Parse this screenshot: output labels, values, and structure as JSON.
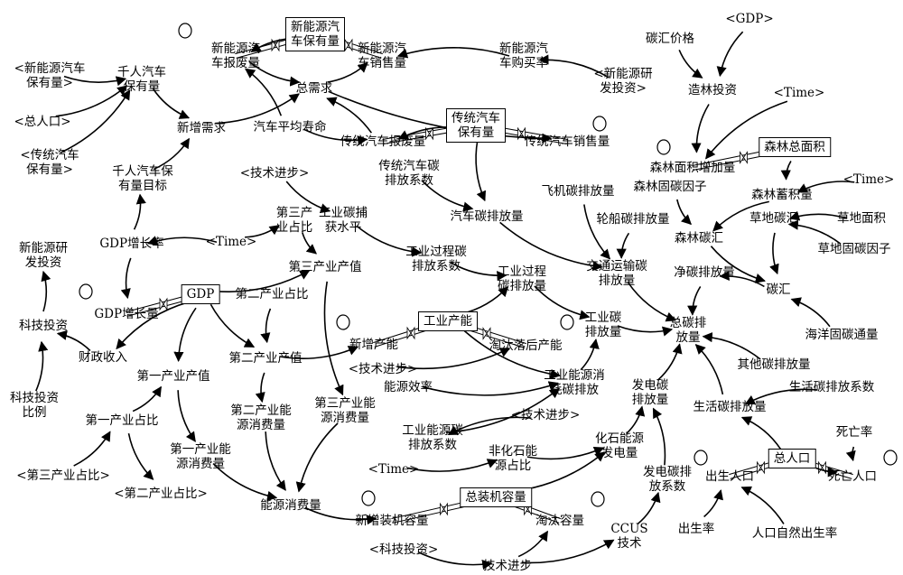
{
  "nodes": [
    {
      "id": "nev_stock",
      "type": "stock",
      "label": "新能源汽\n车保有量"
    },
    {
      "id": "nev_scrap",
      "type": "aux",
      "label": "新能源汽\n车报废量"
    },
    {
      "id": "nev_sales",
      "type": "aux",
      "label": "新能源汽\n车销售量"
    },
    {
      "id": "nev_buy_rate",
      "type": "aux",
      "label": "新能源汽\n车购买率"
    },
    {
      "id": "sh_nev_rd",
      "type": "shadow",
      "label": "<新能源研\n发投资>"
    },
    {
      "id": "sh_nev_stock",
      "type": "shadow",
      "label": "<新能源汽车\n保有量>"
    },
    {
      "id": "sh_pop",
      "type": "shadow",
      "label": "<总人口>"
    },
    {
      "id": "sh_conv_stock",
      "type": "shadow",
      "label": "<传统汽车\n保有量>"
    },
    {
      "id": "per_k_cars",
      "type": "aux",
      "label": "千人汽车\n保有量"
    },
    {
      "id": "total_demand",
      "type": "aux",
      "label": "总需求"
    },
    {
      "id": "new_demand",
      "type": "aux",
      "label": "新增需求"
    },
    {
      "id": "car_life",
      "type": "aux",
      "label": "汽车平均寿命"
    },
    {
      "id": "conv_stock",
      "type": "stock",
      "label": "传统汽车\n保有量"
    },
    {
      "id": "conv_scrap",
      "type": "aux",
      "label": "传统汽车报废量"
    },
    {
      "id": "conv_sales",
      "type": "aux",
      "label": "传统汽车销售量"
    },
    {
      "id": "conv_ef",
      "type": "aux",
      "label": "传统汽车碳\n排放系数"
    },
    {
      "id": "car_emis",
      "type": "aux",
      "label": "汽车碳排放量"
    },
    {
      "id": "per_k_target",
      "type": "aux",
      "label": "千人汽车保\n有量目标"
    },
    {
      "id": "sh_tech",
      "type": "shadow",
      "label": "<技术进步>"
    },
    {
      "id": "ind_capture",
      "type": "aux",
      "label": "工业碳捕\n获水平"
    },
    {
      "id": "tertiary_share",
      "type": "aux",
      "label": "第三产\n业占比"
    },
    {
      "id": "sh_time_1",
      "type": "shadow",
      "label": "<Time>"
    },
    {
      "id": "gdp_growth_rate",
      "type": "aux",
      "label": "GDP增长率"
    },
    {
      "id": "nev_rd",
      "type": "aux",
      "label": "新能源研\n发投资"
    },
    {
      "id": "gdp",
      "type": "stock",
      "label": "GDP"
    },
    {
      "id": "gdp_growth",
      "type": "aux",
      "label": "GDP增长量"
    },
    {
      "id": "tertiary_value",
      "type": "aux",
      "label": "第三产业产值"
    },
    {
      "id": "secondary_share",
      "type": "aux",
      "label": "第二产业占比"
    },
    {
      "id": "ind_proc_ef",
      "type": "aux",
      "label": "工业过程碳\n排放系数"
    },
    {
      "id": "ind_proc_emis",
      "type": "aux",
      "label": "工业过程\n碳排放量"
    },
    {
      "id": "tech_invest",
      "type": "aux",
      "label": "科技投资"
    },
    {
      "id": "fiscal",
      "type": "aux",
      "label": "财政收入"
    },
    {
      "id": "secondary_value",
      "type": "aux",
      "label": "第二产业产值"
    },
    {
      "id": "ind_capacity",
      "type": "stock",
      "label": "工业产能"
    },
    {
      "id": "new_capacity",
      "type": "aux",
      "label": "新增产能"
    },
    {
      "id": "elim_capacity",
      "type": "aux",
      "label": "淘汰落后产能"
    },
    {
      "id": "ind_emis",
      "type": "aux",
      "label": "工业碳\n排放量"
    },
    {
      "id": "tech_invest_ratio",
      "type": "aux",
      "label": "科技投资\n比例"
    },
    {
      "id": "primary_value",
      "type": "aux",
      "label": "第一产业产值"
    },
    {
      "id": "sh_tech_2",
      "type": "shadow",
      "label": "<技术进步>"
    },
    {
      "id": "energy_eff",
      "type": "aux",
      "label": "能源效率"
    },
    {
      "id": "ind_energy_emis",
      "type": "aux",
      "label": "工业能源消\n耗碳排放"
    },
    {
      "id": "secondary_energy",
      "type": "aux",
      "label": "第二产业能\n源消费量"
    },
    {
      "id": "tertiary_energy",
      "type": "aux",
      "label": "第三产业能\n源消费量"
    },
    {
      "id": "primary_share",
      "type": "aux",
      "label": "第一产业占比"
    },
    {
      "id": "primary_energy",
      "type": "aux",
      "label": "第一产业能\n源消费量"
    },
    {
      "id": "ind_energy_ef",
      "type": "aux",
      "label": "工业能源碳\n排放系数"
    },
    {
      "id": "sh_tech_3",
      "type": "shadow",
      "label": "<技术进步>"
    },
    {
      "id": "non_fossil_share",
      "type": "aux",
      "label": "非化石能\n源占比"
    },
    {
      "id": "sh_time_2",
      "type": "shadow",
      "label": "<Time>"
    },
    {
      "id": "fossil_power",
      "type": "aux",
      "label": "化石能源\n发电量"
    },
    {
      "id": "sh_tertiary_share",
      "type": "shadow",
      "label": "<第三产业占比>"
    },
    {
      "id": "sh_secondary_share",
      "type": "shadow",
      "label": "<第二产业占比>"
    },
    {
      "id": "energy_consumption",
      "type": "aux",
      "label": "能源消费量"
    },
    {
      "id": "total_capacity",
      "type": "stock",
      "label": "总装机容量"
    },
    {
      "id": "new_installed",
      "type": "aux",
      "label": "新增装机容量"
    },
    {
      "id": "elim_installed",
      "type": "aux",
      "label": "淘汰容量"
    },
    {
      "id": "power_ef",
      "type": "aux",
      "label": "发电碳排\n放系数"
    },
    {
      "id": "ccus",
      "type": "aux",
      "label": "CCUS\n技术"
    },
    {
      "id": "sh_tech_invest",
      "type": "shadow",
      "label": "<科技投资>"
    },
    {
      "id": "tech_progress",
      "type": "aux",
      "label": "技术进步"
    },
    {
      "id": "power_emis",
      "type": "aux",
      "label": "发电碳\n排放量"
    },
    {
      "id": "total_emis",
      "type": "aux",
      "label": "总碳排\n放量"
    },
    {
      "id": "transport_emis",
      "type": "aux",
      "label": "交通运输碳\n排放量"
    },
    {
      "id": "plane_emis",
      "type": "aux",
      "label": "飞机碳排放量"
    },
    {
      "id": "ship_emis",
      "type": "aux",
      "label": "轮船碳排放量"
    },
    {
      "id": "net_emis",
      "type": "aux",
      "label": "净碳排放量"
    },
    {
      "id": "carbon_sink",
      "type": "aux",
      "label": "碳汇"
    },
    {
      "id": "ocean_sink",
      "type": "aux",
      "label": "海洋固碳通量"
    },
    {
      "id": "other_emis",
      "type": "aux",
      "label": "其他碳排放量"
    },
    {
      "id": "living_emis",
      "type": "aux",
      "label": "生活碳排放量"
    },
    {
      "id": "living_ef",
      "type": "aux",
      "label": "生活碳排放系数"
    },
    {
      "id": "total_pop",
      "type": "stock",
      "label": "总人口"
    },
    {
      "id": "births",
      "type": "aux",
      "label": "出生人口"
    },
    {
      "id": "deaths",
      "type": "aux",
      "label": "死亡人口"
    },
    {
      "id": "death_rate",
      "type": "aux",
      "label": "死亡率"
    },
    {
      "id": "birth_rate",
      "type": "aux",
      "label": "出生率"
    },
    {
      "id": "natural_birth_rate",
      "type": "aux",
      "label": "人口自然出生率"
    },
    {
      "id": "sink_price",
      "type": "aux",
      "label": "碳汇价格"
    },
    {
      "id": "sh_gdp",
      "type": "shadow",
      "label": "<GDP>"
    },
    {
      "id": "afforest",
      "type": "aux",
      "label": "造林投资"
    },
    {
      "id": "sh_time_3",
      "type": "shadow",
      "label": "<Time>"
    },
    {
      "id": "forest_area",
      "type": "stock",
      "label": "森林总面积"
    },
    {
      "id": "forest_increase",
      "type": "aux",
      "label": "森林面积增加量"
    },
    {
      "id": "forest_cf",
      "type": "aux",
      "label": "森林固碳因子"
    },
    {
      "id": "forest_stock",
      "type": "aux",
      "label": "森林蓄积量"
    },
    {
      "id": "sh_time_4",
      "type": "shadow",
      "label": "<Time>"
    },
    {
      "id": "grass_sink",
      "type": "aux",
      "label": "草地碳汇"
    },
    {
      "id": "grass_area",
      "type": "aux",
      "label": "草地面积"
    },
    {
      "id": "grass_cf",
      "type": "aux",
      "label": "草地固碳因子"
    },
    {
      "id": "forest_sink",
      "type": "aux",
      "label": "森林碳汇"
    }
  ],
  "edges": [
    [
      "nev_stock",
      "nev_scrap"
    ],
    [
      "nev_buy_rate",
      "nev_sales"
    ],
    [
      "sh_nev_rd",
      "nev_buy_rate"
    ],
    [
      "total_demand",
      "nev_sales"
    ],
    [
      "nev_scrap",
      "total_demand"
    ],
    [
      "car_life",
      "nev_scrap"
    ],
    [
      "sh_nev_stock",
      "per_k_cars"
    ],
    [
      "sh_pop",
      "per_k_cars"
    ],
    [
      "sh_conv_stock",
      "per_k_cars"
    ],
    [
      "per_k_cars",
      "new_demand"
    ],
    [
      "new_demand",
      "total_demand"
    ],
    [
      "per_k_target",
      "new_demand"
    ],
    [
      "gdp_growth_rate",
      "per_k_target"
    ],
    [
      "total_demand",
      "conv_sales"
    ],
    [
      "car_life",
      "conv_scrap"
    ],
    [
      "conv_stock",
      "conv_scrap"
    ],
    [
      "conv_scrap",
      "total_demand"
    ],
    [
      "conv_ef",
      "car_emis"
    ],
    [
      "conv_stock",
      "car_emis"
    ],
    [
      "car_emis",
      "transport_emis"
    ],
    [
      "plane_emis",
      "transport_emis"
    ],
    [
      "ship_emis",
      "transport_emis"
    ],
    [
      "transport_emis",
      "total_emis"
    ],
    [
      "sh_tech",
      "ind_capture"
    ],
    [
      "ind_capture",
      "ind_proc_ef"
    ],
    [
      "ind_proc_ef",
      "ind_proc_emis"
    ],
    [
      "ind_proc_emis",
      "ind_emis"
    ],
    [
      "sh_time_1",
      "tertiary_share"
    ],
    [
      "sh_time_1",
      "gdp_growth_rate"
    ],
    [
      "tertiary_share",
      "tertiary_value"
    ],
    [
      "gdp_growth_rate",
      "gdp_growth"
    ],
    [
      "gdp",
      "tertiary_value"
    ],
    [
      "gdp",
      "secondary_value"
    ],
    [
      "gdp",
      "primary_value"
    ],
    [
      "gdp",
      "fiscal"
    ],
    [
      "fiscal",
      "tech_invest"
    ],
    [
      "tech_invest",
      "nev_rd"
    ],
    [
      "tech_invest_ratio",
      "tech_invest"
    ],
    [
      "secondary_share",
      "secondary_value"
    ],
    [
      "secondary_value",
      "secondary_energy"
    ],
    [
      "secondary_value",
      "new_capacity"
    ],
    [
      "tertiary_value",
      "tertiary_energy"
    ],
    [
      "ind_capacity",
      "ind_proc_emis"
    ],
    [
      "ind_capacity",
      "ind_energy_emis"
    ],
    [
      "sh_tech_2",
      "elim_capacity"
    ],
    [
      "energy_eff",
      "ind_energy_emis"
    ],
    [
      "ind_energy_ef",
      "ind_energy_emis"
    ],
    [
      "ind_energy_emis",
      "ind_emis"
    ],
    [
      "ind_emis",
      "total_emis"
    ],
    [
      "primary_value",
      "primary_energy"
    ],
    [
      "primary_share",
      "primary_value"
    ],
    [
      "sh_tertiary_share",
      "primary_share"
    ],
    [
      "primary_share",
      "sh_secondary_share"
    ],
    [
      "primary_energy",
      "energy_consumption"
    ],
    [
      "secondary_energy",
      "energy_consumption"
    ],
    [
      "tertiary_energy",
      "energy_consumption"
    ],
    [
      "energy_consumption",
      "new_installed"
    ],
    [
      "sh_tech_3",
      "ind_energy_ef"
    ],
    [
      "sh_time_2",
      "non_fossil_share"
    ],
    [
      "non_fossil_share",
      "fossil_power"
    ],
    [
      "total_capacity",
      "fossil_power"
    ],
    [
      "fossil_power",
      "power_emis"
    ],
    [
      "power_ef",
      "power_emis"
    ],
    [
      "ccus",
      "power_ef"
    ],
    [
      "sh_tech_invest",
      "tech_progress"
    ],
    [
      "tech_progress",
      "ccus"
    ],
    [
      "tech_progress",
      "elim_installed"
    ],
    [
      "power_emis",
      "total_emis"
    ],
    [
      "net_emis",
      "total_emis"
    ],
    [
      "carbon_sink",
      "net_emis"
    ],
    [
      "ocean_sink",
      "carbon_sink"
    ],
    [
      "other_emis",
      "total_emis"
    ],
    [
      "living_emis",
      "total_emis"
    ],
    [
      "living_ef",
      "living_emis"
    ],
    [
      "total_pop",
      "living_emis"
    ],
    [
      "total_pop",
      "deaths"
    ],
    [
      "death_rate",
      "deaths"
    ],
    [
      "birth_rate",
      "births"
    ],
    [
      "natural_birth_rate",
      "births"
    ],
    [
      "sink_price",
      "afforest"
    ],
    [
      "sh_gdp",
      "afforest"
    ],
    [
      "afforest",
      "forest_increase"
    ],
    [
      "sh_time_3",
      "forest_increase"
    ],
    [
      "forest_cf",
      "forest_sink"
    ],
    [
      "forest_stock",
      "forest_sink"
    ],
    [
      "sh_time_4",
      "forest_stock"
    ],
    [
      "grass_area",
      "grass_sink"
    ],
    [
      "grass_cf",
      "grass_sink"
    ],
    [
      "grass_sink",
      "carbon_sink"
    ],
    [
      "forest_sink",
      "carbon_sink"
    ],
    [
      "forest_area",
      "forest_stock"
    ]
  ],
  "flows": [
    [
      "nev_stock",
      "nev_scrap"
    ],
    [
      "nev_sales",
      "nev_stock"
    ],
    [
      "conv_stock",
      "conv_scrap"
    ],
    [
      "conv_sales",
      "conv_stock"
    ],
    [
      "gdp_growth",
      "gdp"
    ],
    [
      "new_capacity",
      "ind_capacity"
    ],
    [
      "ind_capacity",
      "elim_capacity"
    ],
    [
      "new_installed",
      "total_capacity"
    ],
    [
      "total_capacity",
      "elim_installed"
    ],
    [
      "forest_increase",
      "forest_area"
    ],
    [
      "births",
      "total_pop"
    ],
    [
      "total_pop",
      "deaths"
    ]
  ]
}
